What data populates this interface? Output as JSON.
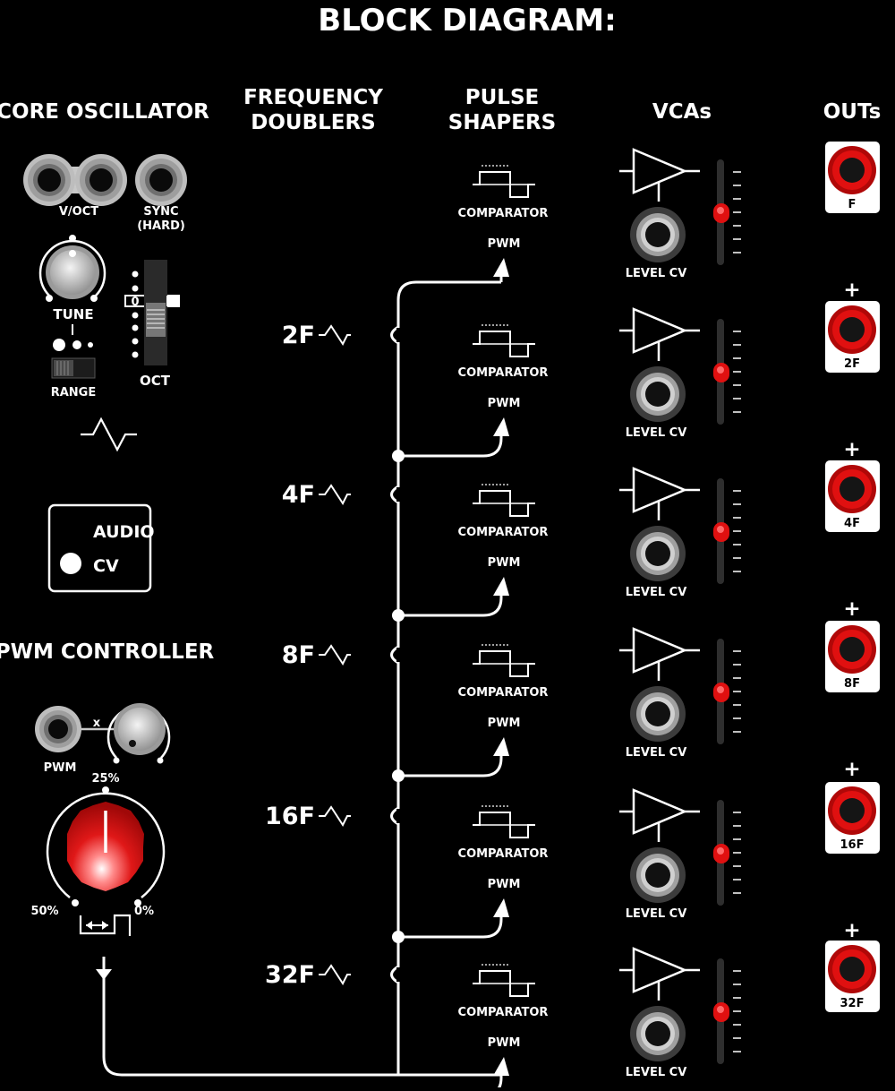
{
  "title": "BLOCK DIAGRAM:",
  "sections": {
    "core_oscillator": "CORE OSCILLATOR",
    "frequency_doublers": [
      "FREQUENCY",
      "DOUBLERS"
    ],
    "pulse_shapers": [
      "PULSE",
      "SHAPERS"
    ],
    "vcas": "VCAs",
    "outs": "OUTs",
    "pwm_controller": "PWM CONTROLLER"
  },
  "core": {
    "voct_label": "V/OCT",
    "sync_label": [
      "SYNC",
      "(HARD)"
    ],
    "tune_label": "TUNE",
    "range_label": "RANGE",
    "oct_label": "OCT",
    "oct_zero": "0",
    "switch_audio": "AUDIO",
    "switch_cv": "CV",
    "switch_selected": "CV"
  },
  "pwm": {
    "pwm_label": "PWM",
    "mult_symbol": "x",
    "pct_25": "25%",
    "pct_50": "50%",
    "pct_0": "0%"
  },
  "channels": [
    {
      "freq": "",
      "comparator": "COMPARATOR",
      "pwm": "PWM",
      "level": "LEVEL CV",
      "out": "F",
      "slider": 0.5
    },
    {
      "freq": "2F",
      "comparator": "COMPARATOR",
      "pwm": "PWM",
      "level": "LEVEL CV",
      "out": "2F",
      "slider": 0.5
    },
    {
      "freq": "4F",
      "comparator": "COMPARATOR",
      "pwm": "PWM",
      "level": "LEVEL CV",
      "out": "4F",
      "slider": 0.5
    },
    {
      "freq": "8F",
      "comparator": "COMPARATOR",
      "pwm": "PWM",
      "level": "LEVEL CV",
      "out": "8F",
      "slider": 0.5
    },
    {
      "freq": "16F",
      "comparator": "COMPARATOR",
      "pwm": "PWM",
      "level": "LEVEL CV",
      "out": "16F",
      "slider": 0.5
    },
    {
      "freq": "32F",
      "comparator": "COMPARATOR",
      "pwm": "PWM",
      "level": "LEVEL CV",
      "out": "32F",
      "slider": 0.5
    }
  ],
  "plus_symbol": "+",
  "colors": {
    "background": "#000000",
    "accent_red": "#e01010",
    "line": "#ffffff",
    "jack_grey": "#c8c8c8"
  }
}
